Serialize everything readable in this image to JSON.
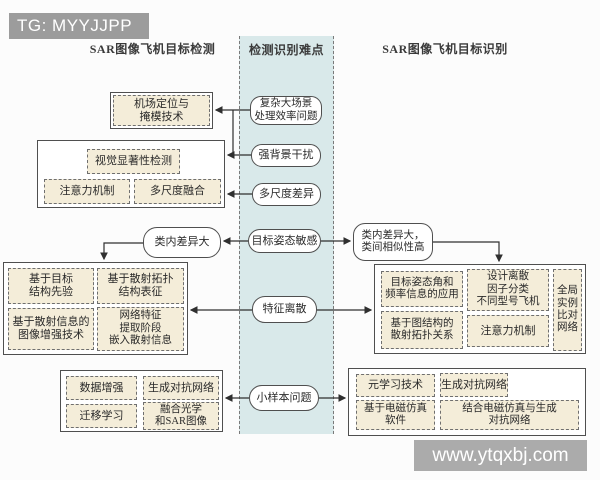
{
  "header": {
    "tag": "TG: MYYJJPP"
  },
  "watermark": {
    "url_text": "www.ytqxbj.com"
  },
  "titles": {
    "left": "SAR图像飞机目标检测",
    "middle": "检测识别难点",
    "right": "SAR图像飞机目标识别"
  },
  "left": {
    "airport": "机场定位与\n掩模技术",
    "detection": {
      "saliency": "视觉显著性检测",
      "attention": "注意力机制",
      "multiscale": "多尺度融合"
    },
    "intraclass": "类内差异大",
    "structure": {
      "target_prior": "基于目标\n结构先验",
      "scatter_repr": "基于散射拓扑\n结构表征",
      "image_enhance": "基于散射信息的\n图像增强技术",
      "network_embed": "网络特征\n提取阶段\n嵌入散射信息"
    },
    "sample": {
      "data_aug": "数据增强",
      "gan": "生成对抗网络",
      "transfer": "迁移学习",
      "fusion": "融合光学\n和SAR图像"
    }
  },
  "middle": {
    "complex_scene": "复杂大场景\n处理效率问题",
    "background_interference": "强背景干扰",
    "multiscale_diff": "多尺度差异",
    "pose_sensitive": "目标姿态敏感",
    "feature_discrete": "特征离散",
    "small_sample": "小样本问题"
  },
  "right": {
    "intraclass_interclass": "类内差异大，\n类间相似性高",
    "feature": {
      "pose_freq": "目标姿态角和\n频率信息的应用",
      "discrete_factor": "设计离散\n因子分类\n不同型号飞机",
      "global_instance": "全局\n实例\n比对\n网络",
      "graph_topology": "基于图结构的\n散射拓扑关系",
      "attention": "注意力机制"
    },
    "sample": {
      "meta_learning": "元学习技术",
      "gan": "生成对抗网络",
      "em_simulation": "基于电磁仿真\n软件",
      "em_gan": "结合电磁仿真与生成\n对抗网络"
    }
  },
  "colors": {
    "band": "#d9e9ea",
    "box_fill": "#f4edd9",
    "header_bg": "#9c9c9c",
    "watermark_bg": "#ababab"
  }
}
